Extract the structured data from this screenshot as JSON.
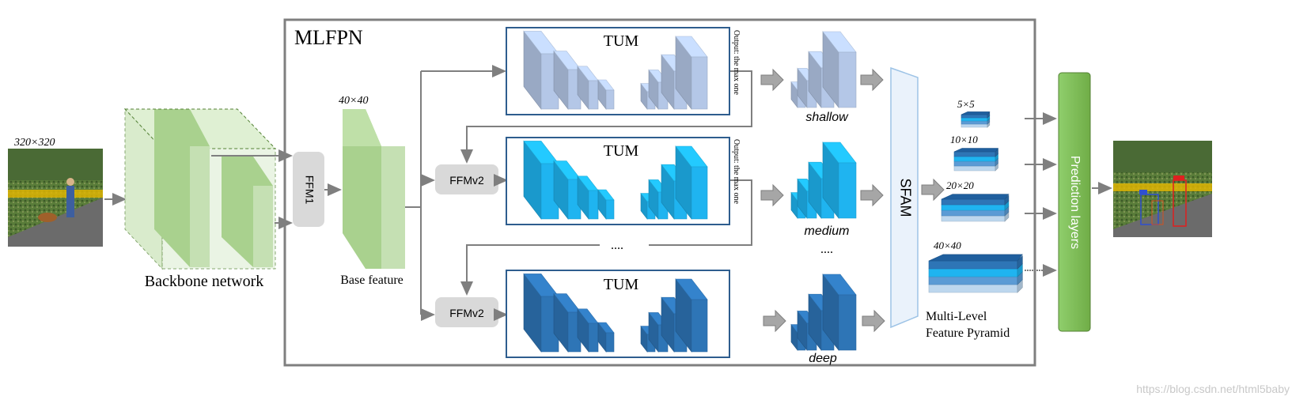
{
  "input": {
    "size_label": "320×320"
  },
  "backbone": {
    "label": "Backbone network"
  },
  "ffm1": {
    "label": "FFM1"
  },
  "base": {
    "size_label": "40×40",
    "label": "Base feature"
  },
  "mlfpn": {
    "label": "MLFPN"
  },
  "ffmv2": {
    "label": "FFMv2"
  },
  "tum": {
    "label": "TUM",
    "output_label": "Output: the max one"
  },
  "dots": {
    "middle": "....",
    "right": "...."
  },
  "scales": {
    "shallow": "shallow",
    "medium": "medium",
    "deep": "deep"
  },
  "sfam": {
    "label": "SFAM"
  },
  "pyramid": {
    "sizes": [
      "5×5",
      "10×10",
      "20×20",
      "40×40"
    ],
    "label_line1": "Multi-Level",
    "label_line2": "Feature Pyramid"
  },
  "prediction": {
    "label": "Prediction layers"
  },
  "watermark": "https://blog.csdn.net/html5baby",
  "colors": {
    "green": "#a9d18e",
    "green_dark": "#70ad47",
    "tum_light": "#b4c7e7",
    "tum_mid": "#1fb4f0",
    "tum_dark": "#2e75b6",
    "arrow": "#7f7f7f"
  }
}
